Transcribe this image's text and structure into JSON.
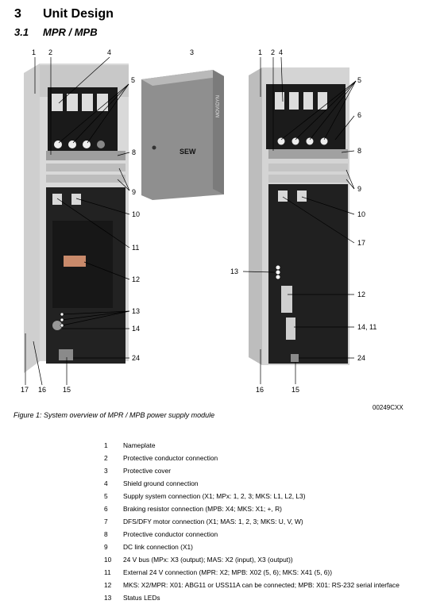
{
  "heading": {
    "number": "3",
    "title": "Unit Design"
  },
  "subheading": {
    "number": "3.1",
    "title": "MPR / MPB"
  },
  "figure": {
    "callouts_left": [
      "1",
      "2",
      "4",
      "5",
      "8",
      "9",
      "10",
      "11",
      "12",
      "13",
      "14",
      "24",
      "17",
      "16",
      "15"
    ],
    "callouts_middle": [
      "3"
    ],
    "callouts_right": [
      "1",
      "2",
      "4",
      "5",
      "6",
      "8",
      "9",
      "10",
      "17",
      "13",
      "12",
      "14, 11",
      "24",
      "16",
      "15"
    ],
    "cover_text": "MOVIDYN",
    "cover_brand": "SEW",
    "code": "00249CXX",
    "caption": "Figure 1: System overview of MPR / MPB power supply module"
  },
  "legend": [
    {
      "n": "1",
      "text": "Nameplate"
    },
    {
      "n": "2",
      "text": "Protective conductor connection"
    },
    {
      "n": "3",
      "text": "Protective cover"
    },
    {
      "n": "4",
      "text": "Shield ground connection"
    },
    {
      "n": "5",
      "text": "Supply system connection (X1; MPx: 1, 2, 3; MKS: L1, L2, L3)"
    },
    {
      "n": "6",
      "text": "Braking resistor connection (MPB: X4; MKS: X1; +, R)"
    },
    {
      "n": "7",
      "text": "DFS/DFY motor connection (X1; MAS: 1, 2, 3; MKS: U, V, W)"
    },
    {
      "n": "8",
      "text": "Protective conductor connection"
    },
    {
      "n": "9",
      "text": "DC link connection (X1)"
    },
    {
      "n": "10",
      "text": "24 V bus (MPx: X3 (output); MAS: X2 (input), X3 (output))"
    },
    {
      "n": "11",
      "text": "External 24 V connection (MPR: X2; MPB: X02 (5, 6); MKS: X41 (5, 6))"
    },
    {
      "n": "12",
      "text": "MKS: X2/MPR: X01: ABG11 or USS11A can be connected; MPB: X01: RS-232 serial interface"
    },
    {
      "n": "13",
      "text": "Status LEDs"
    }
  ]
}
